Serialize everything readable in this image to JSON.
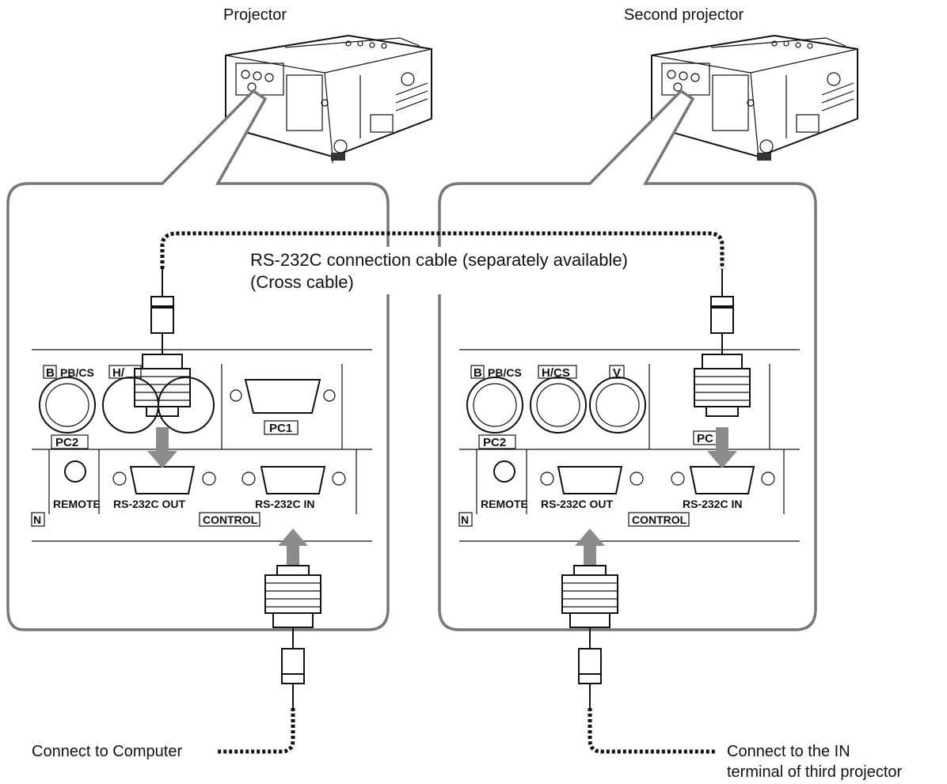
{
  "labels": {
    "projector": "Projector",
    "second_projector": "Second projector",
    "cable_line1": "RS-232C connection cable (separately available)",
    "cable_line2": "(Cross cable)",
    "connect_computer": "Connect to Computer",
    "connect_third_line1": "Connect to the IN",
    "connect_third_line2": "terminal of third projector"
  },
  "panel_left": {
    "b_label": "B",
    "pb_label": "PB/CS",
    "h_label": "H/",
    "pc2": "PC2",
    "pc1": "PC1",
    "remote": "REMOTE",
    "rs_out": "RS-232C OUT",
    "rs_in": "RS-232C IN",
    "control": "CONTROL",
    "n_label": "N"
  },
  "panel_right": {
    "b_label": "B",
    "pb_label": "PB/CS",
    "h_label": "H/CS",
    "v_label": "V",
    "pc2": "PC2",
    "pc1": "PC",
    "remote": "REMOTE",
    "rs_out": "RS-232C OUT",
    "rs_in": "RS-232C IN",
    "control": "CONTROL",
    "n_label": "N"
  },
  "colors": {
    "callout_border": "#777777",
    "arrow": "#8c8c8c",
    "line": "#111111"
  }
}
